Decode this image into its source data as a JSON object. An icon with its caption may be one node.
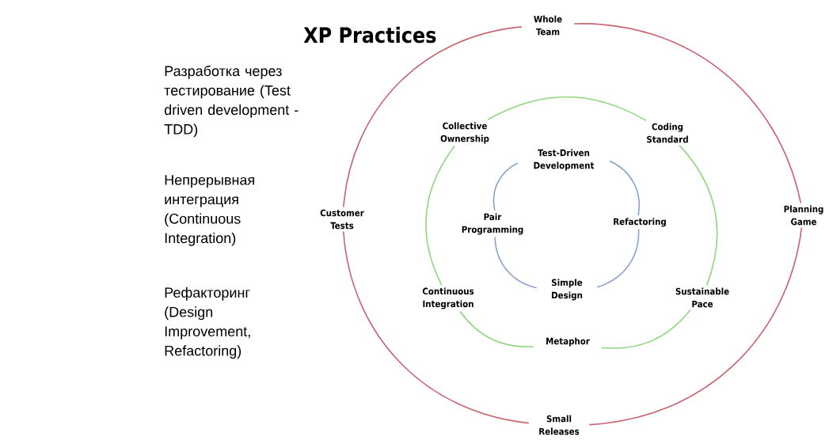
{
  "diagram": {
    "title": "XP Practices",
    "nodes": [
      {
        "text": [
          "Whole Team"
        ]
      },
      {
        "text": [
          "Planning Game"
        ]
      },
      {
        "text": [
          "Small Releases"
        ]
      },
      {
        "text": [
          "Customer Tests"
        ]
      },
      {
        "text": [
          "Collective Ownership"
        ]
      },
      {
        "text": [
          "Coding Standard"
        ]
      },
      {
        "text": [
          "Sustainable Pace"
        ]
      },
      {
        "text": [
          "Metaphor"
        ]
      },
      {
        "text": [
          "Continuous Integration"
        ]
      },
      {
        "text": [
          "Test-Driven Development"
        ]
      },
      {
        "text": [
          "Refactoring"
        ]
      },
      {
        "text": [
          "Simple Design"
        ]
      },
      {
        "text": [
          "Pair Programming"
        ]
      }
    ],
    "edges": [
      {
        "from": 0,
        "to": 1,
        "arrow": "none",
        "color": "#c8646e"
      },
      {
        "from": 1,
        "to": 2,
        "arrow": "none",
        "color": "#c8646e"
      },
      {
        "from": 2,
        "to": 3,
        "arrow": "none",
        "color": "#c8646e"
      },
      {
        "from": 3,
        "to": 0,
        "arrow": "none",
        "color": "#c8646e"
      },
      {
        "from": 4,
        "to": 5,
        "arrow": "none",
        "color": "#8fd67f"
      },
      {
        "from": 5,
        "to": 6,
        "arrow": "none",
        "color": "#8fd67f"
      },
      {
        "from": 6,
        "to": 7,
        "arrow": "none",
        "color": "#8fd67f"
      },
      {
        "from": 7,
        "to": 8,
        "arrow": "none",
        "color": "#8fd67f"
      },
      {
        "from": 8,
        "to": 4,
        "arrow": "none",
        "color": "#8fd67f"
      },
      {
        "from": 9,
        "to": 10,
        "arrow": "none",
        "color": "#8aa2cc"
      },
      {
        "from": 10,
        "to": 11,
        "arrow": "none",
        "color": "#8aa2cc"
      },
      {
        "from": 11,
        "to": 12,
        "arrow": "none",
        "color": "#8aa2cc"
      },
      {
        "from": 12,
        "to": 9,
        "arrow": "none",
        "color": "#8aa2cc"
      }
    ],
    "labels": [
      "Разработка через тестирование (Test driven development - TDD)",
      "Непрерывная интеграция (Continuous Integration)",
      "Рефакторинг (Design Improvement, Refactoring)"
    ]
  }
}
